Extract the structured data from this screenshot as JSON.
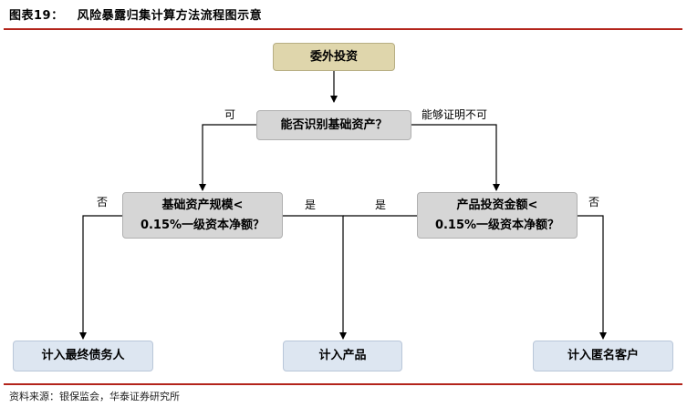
{
  "header": {
    "figure_label": "图表19：",
    "title": "风险暴露归集计算方法流程图示意"
  },
  "flowchart": {
    "nodes": {
      "start": "委外投资",
      "q1": "能否识别基础资产？",
      "q2_line1": "基础资产规模<",
      "q2_line2": "0.15%一级资本净额？",
      "q3_line1": "产品投资金额<",
      "q3_line2": "0.15%一级资本净额？",
      "out_debtor": "计入最终债务人",
      "out_product": "计入产品",
      "out_anonymous": "计入匿名客户"
    },
    "edge_labels": {
      "q1_yes": "可",
      "q1_no": "能够证明不可",
      "q2_no": "否",
      "q2_yes": "是",
      "q3_yes": "是",
      "q3_no": "否"
    }
  },
  "footer": {
    "source": "资料来源：银保监会，华泰证券研究所"
  },
  "colors": {
    "rule": "#b3241b",
    "start_fill": "#dfd6ac",
    "decision_fill": "#d6d6d6",
    "result_fill": "#dde6f1"
  }
}
